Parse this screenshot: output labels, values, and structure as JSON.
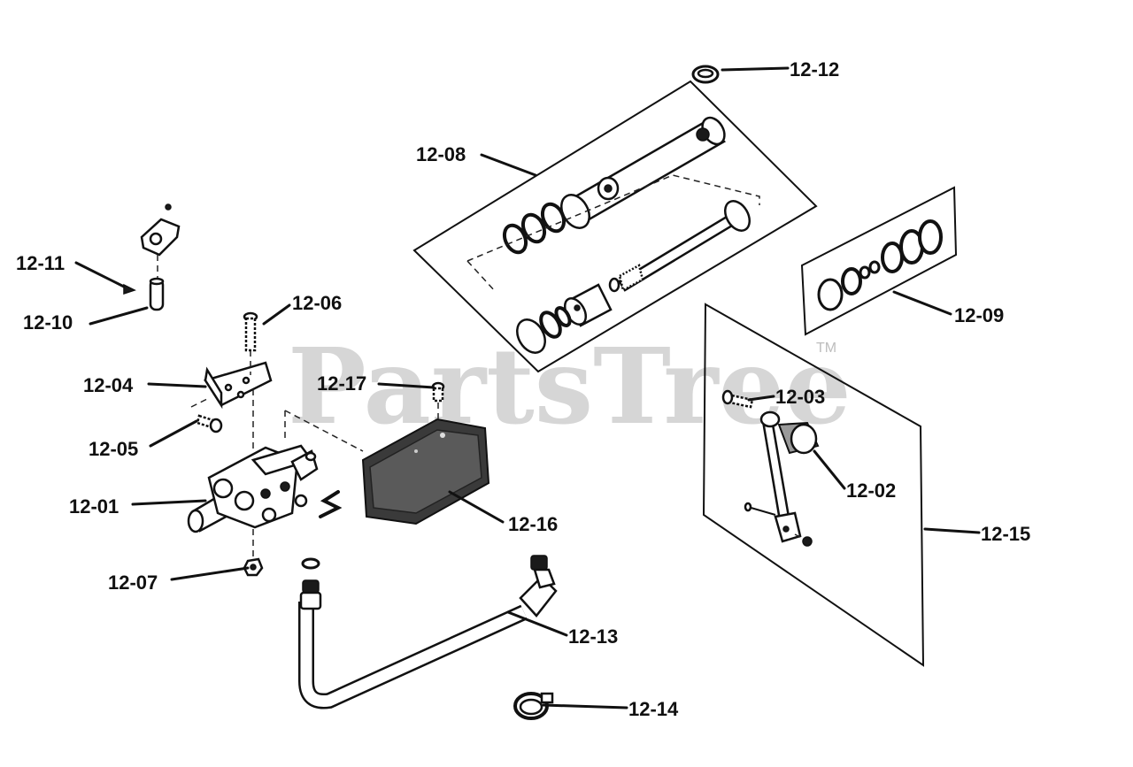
{
  "watermark": {
    "text": "PartsTree",
    "tm": "TM"
  },
  "labels": {
    "p1201": "12-01",
    "p1202": "12-02",
    "p1203": "12-03",
    "p1204": "12-04",
    "p1205": "12-05",
    "p1206": "12-06",
    "p1207": "12-07",
    "p1208": "12-08",
    "p1209": "12-09",
    "p1210": "12-10",
    "p1211": "12-11",
    "p1212": "12-12",
    "p1213": "12-13",
    "p1214": "12-14",
    "p1215": "12-15",
    "p1216": "12-16",
    "p1217": "12-17"
  }
}
